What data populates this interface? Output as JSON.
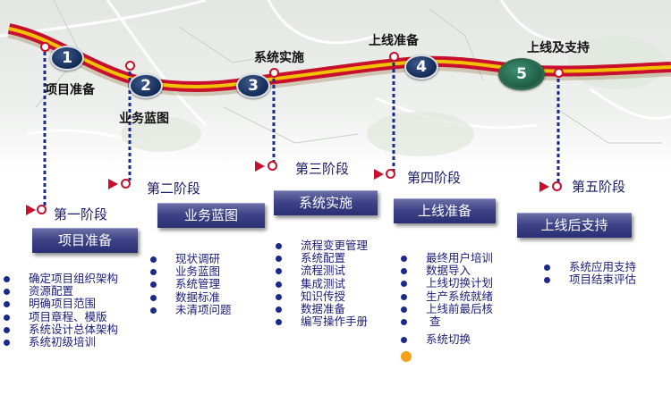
{
  "milestones": [
    {
      "number": "1",
      "label": "项目准备"
    },
    {
      "number": "2",
      "label": "业务蓝图"
    },
    {
      "number": "3",
      "label": "系统实施"
    },
    {
      "number": "4",
      "label": "上线准备"
    },
    {
      "number": "5",
      "label": "上线及支持"
    }
  ],
  "stages": [
    {
      "stage_label": "第一阶段",
      "title": "项目准备",
      "tasks": [
        "确定项目组织架构",
        "资源配置",
        "明确项目范围",
        "项目章程、模版",
        "系统设计总体架构",
        "系统初级培训"
      ]
    },
    {
      "stage_label": "第二阶段",
      "title": "业务蓝图",
      "tasks": [
        "现状调研",
        "业务蓝图",
        "系统管理",
        "数据标准",
        "未清项问题"
      ]
    },
    {
      "stage_label": "第三阶段",
      "title": "系统实施",
      "tasks": [
        "流程变更管理",
        "系统配置",
        "流程测试",
        "集成测试",
        "知识传授",
        "数据准备",
        "编写操作手册"
      ]
    },
    {
      "stage_label": "第四阶段",
      "title": "上线准备",
      "tasks": [
        "最终用户培训",
        "数据导入",
        "上线切换计划",
        "生产系统就绪",
        "上线前最后核",
        "查",
        "系统切换"
      ]
    },
    {
      "stage_label": "第五阶段",
      "title": "上线后支持",
      "tasks": [
        "系统应用支持",
        "项目结束评估"
      ]
    }
  ],
  "colors": {
    "road_outer": "#c8102e",
    "road_inner": "#f2c200",
    "stage_box": "#3e4387",
    "text_blue": "#1b1b7a",
    "pin_red": "#c8102e",
    "dotted_line": "#1a2a8c",
    "final_badge": "#2f7a5c",
    "orange_dot": "#f5a21b"
  }
}
